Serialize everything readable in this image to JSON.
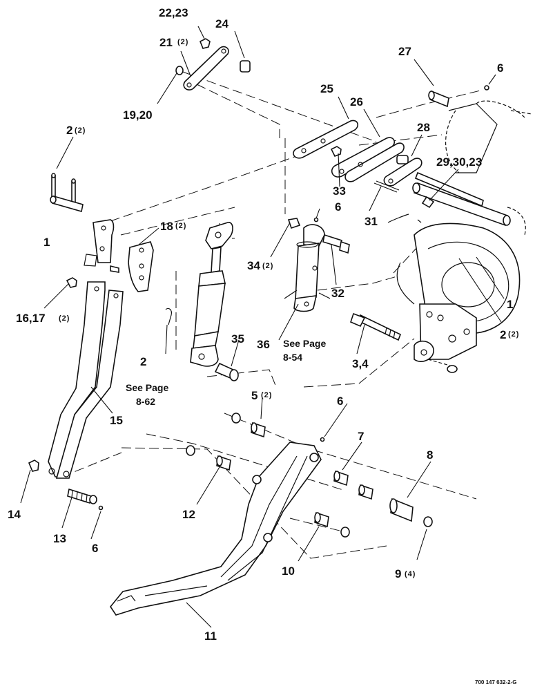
{
  "callouts": {
    "c22_23": "22,23",
    "c24": "24",
    "c21": "21",
    "c21_qty": "(2)",
    "c19_20": "19,20",
    "c27": "27",
    "c6_top": "6",
    "c25": "25",
    "c26": "26",
    "c28": "28",
    "c29_30_23": "29,30,23",
    "c2_top": "2",
    "c2_top_qty": "(2)",
    "c1_left": "1",
    "c18": "18",
    "c18_qty": "(2)",
    "c33": "33",
    "c6_mid": "6",
    "c31": "31",
    "c34": "34",
    "c34_qty": "(2)",
    "c32": "32",
    "c1_right": "1",
    "c16_17": "16,17",
    "c16_17_qty": "(2)",
    "c36": "36",
    "c2_right": "2",
    "c2_right_qty": "(2)",
    "c35": "35",
    "c3_4": "3,4",
    "c2_mid": "2",
    "c15": "15",
    "c5": "5",
    "c5_qty": "(2)",
    "c6_lower": "6",
    "c7": "7",
    "c8": "8",
    "c14": "14",
    "c12": "12",
    "c13": "13",
    "c6_bottom": "6",
    "c10": "10",
    "c9": "9",
    "c9_qty": "(4)",
    "c11": "11"
  },
  "notes": {
    "see_page_left_1": "See Page",
    "see_page_left_2": "8-62",
    "see_page_mid_1": "See Page",
    "see_page_mid_2": "8-54"
  },
  "drawing_code": "700 147 632-2-G"
}
